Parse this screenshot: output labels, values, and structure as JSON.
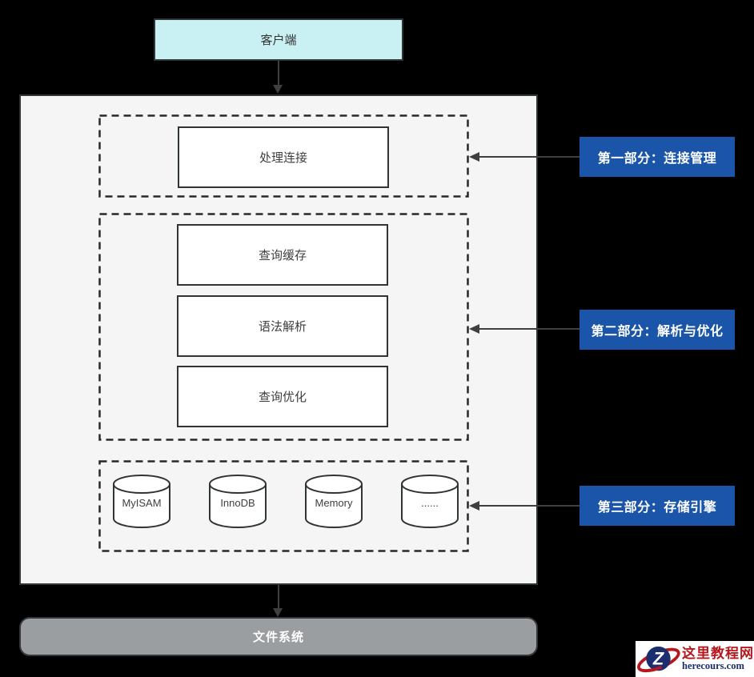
{
  "diagram": {
    "client": {
      "label": "客户端"
    },
    "server": {
      "sections": [
        {
          "id": "connection-management",
          "boxes": [
            {
              "label": "处理连接"
            }
          ]
        },
        {
          "id": "parse-and-optimize",
          "boxes": [
            {
              "label": "查询缓存"
            },
            {
              "label": "语法解析"
            },
            {
              "label": "查询优化"
            }
          ]
        },
        {
          "id": "storage-engines",
          "engines": [
            {
              "label": "MyISAM"
            },
            {
              "label": "InnoDB"
            },
            {
              "label": "Memory"
            },
            {
              "label": "......"
            }
          ]
        }
      ]
    },
    "side_labels": [
      {
        "text": "第一部分：连接管理"
      },
      {
        "text": "第二部分：解析与优化"
      },
      {
        "text": "第三部分：存储引擎"
      }
    ],
    "file_system": {
      "label": "文件系统"
    }
  },
  "watermark": {
    "monogram": "Z",
    "site_name": "这里教程网",
    "site_domain": "herecours.com"
  },
  "colors": {
    "background": "#000000",
    "client_fill": "#c9f0f2",
    "server_fill": "#f5f5f6",
    "side_label_fill": "#1b55a9",
    "file_system_fill": "#9b9ea1",
    "stroke_dark": "#2f3437",
    "arrow": "#3f3f3f",
    "logo_red": "#b5191f",
    "logo_navy": "#1c2e6d"
  }
}
